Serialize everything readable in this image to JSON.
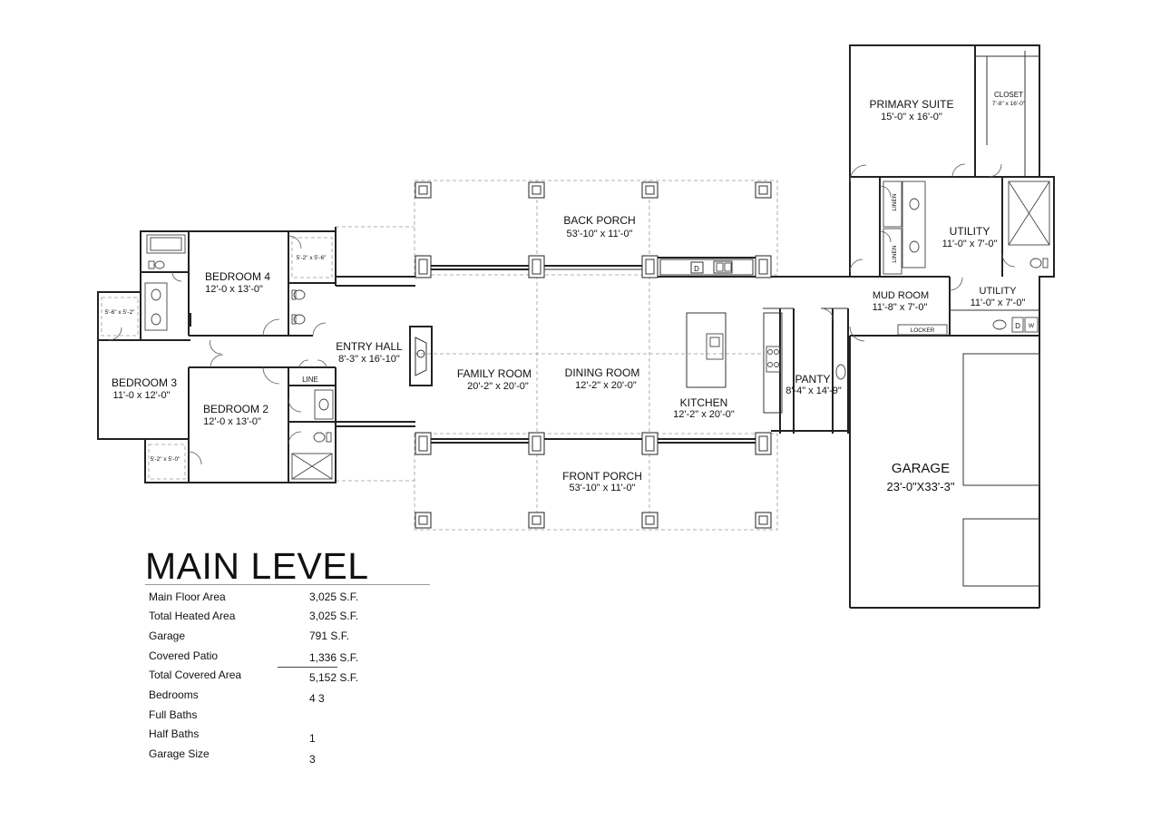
{
  "rooms": {
    "back_porch": {
      "name": "BACK PORCH",
      "dim": "53'-10\" x 11'-0\""
    },
    "front_porch": {
      "name": "FRONT PORCH",
      "dim": "53'-10\" x 11'-0\""
    },
    "family_room": {
      "name": "FAMILY ROOM",
      "dim": "20'-2\" x 20'-0\""
    },
    "dining_room": {
      "name": "DINING ROOM",
      "dim": "12'-2\" x 20'-0\""
    },
    "kitchen": {
      "name": "KITCHEN",
      "dim": "12'-2\" x 20'-0\""
    },
    "entry_hall": {
      "name": "ENTRY HALL",
      "dim": "8'-3\" x 16'-10\""
    },
    "bedroom4": {
      "name": "BEDROOM 4",
      "dim": "12'-0 x 13'-0\""
    },
    "bedroom3": {
      "name": "BEDROOM 3",
      "dim": "11'-0 x 12'-0\""
    },
    "bedroom2": {
      "name": "BEDROOM 2",
      "dim": "12'-0 x 13'-0\""
    },
    "panty": {
      "name": "PANTY",
      "dim": "8'-4\" x 14'-9\""
    },
    "primary_suite": {
      "name": "PRIMARY SUITE",
      "dim": "15'-0\" x 16'-0\""
    },
    "closet": {
      "name": "CLOSET",
      "dim": "7'-8\" x 16'-0\""
    },
    "utility_upper": {
      "name": "UTILITY",
      "dim": "11'-0\" x 7'-0\""
    },
    "utility_lower": {
      "name": "UTILITY",
      "dim": "11'-0\" x 7'-0\""
    },
    "mud_room": {
      "name": "MUD ROOM",
      "dim": "11'-8\" x 7'-0\""
    },
    "garage": {
      "name": "GARAGE",
      "dim": "23'-0\"X33'-3\""
    }
  },
  "small_labels": {
    "closet_b4": "5'-2\" x 5'-6\"",
    "closet_b3": "5'-6\" x 5'-2\"",
    "closet_b2": "5'-2\" x 5'-0\"",
    "line": "LINE",
    "linen_top": "LINEN",
    "linen_bottom": "LINEN",
    "locker": "LOCKER",
    "dryer": "D",
    "washer": "W",
    "dishwasher": "D"
  },
  "title": "MAIN LEVEL",
  "stats": [
    {
      "label": "Main Floor Area",
      "value": "3,025  S.F."
    },
    {
      "label": "Total Heated Area",
      "value": "3,025  S.F."
    },
    {
      "label": "Garage",
      "value": "791  S.F."
    },
    {
      "label": "Covered Patio",
      "value": "1,336  S.F."
    },
    {
      "label": "Total Covered Area",
      "value": "5,152  S.F."
    },
    {
      "label": "Bedrooms",
      "value": "4 3"
    },
    {
      "label": "Full Baths",
      "value": ""
    },
    {
      "label": "Half Baths",
      "value": "1"
    },
    {
      "label": "Garage Size",
      "value": "3"
    }
  ]
}
